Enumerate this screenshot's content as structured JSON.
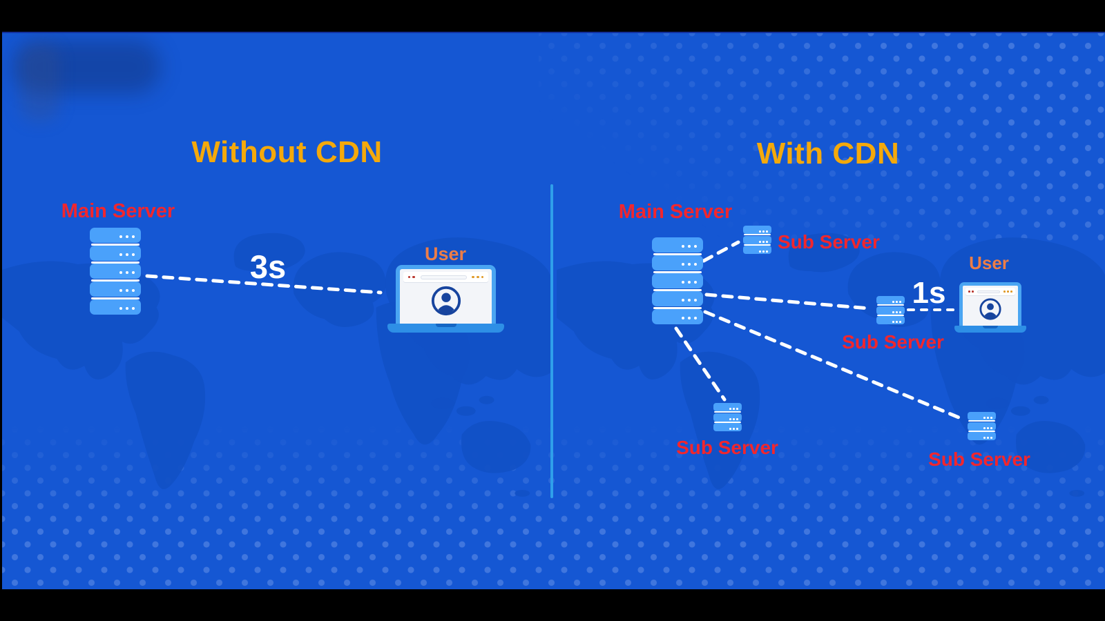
{
  "panels": {
    "without_cdn": {
      "title": "Without CDN",
      "main_server_label": "Main Server",
      "user_label": "User",
      "latency_label": "3s"
    },
    "with_cdn": {
      "title": "With CDN",
      "main_server_label": "Main Server",
      "user_label": "User",
      "latency_label": "1s",
      "sub_servers": [
        {
          "label": "Sub Server",
          "position": "top-right-of-main"
        },
        {
          "label": "Sub Server",
          "position": "middle-near-user"
        },
        {
          "label": "Sub Server",
          "position": "bottom-left"
        },
        {
          "label": "Sub Server",
          "position": "bottom-right"
        }
      ]
    }
  },
  "colors": {
    "background_blue": "#1557D3",
    "map_blue": "#1150C6",
    "title_yellow": "#F4A90B",
    "label_red": "#F2262D",
    "user_orange": "#ED7D47",
    "latency_white": "#FFFFFF",
    "server_blue": "#4AA1FB",
    "laptop_blue": "#4AA5F2",
    "laptop_base_blue": "#2E8FE6",
    "avatar_navy": "#17449E",
    "divider_blue": "#2F9FEA",
    "letterbox_black": "#000000"
  }
}
